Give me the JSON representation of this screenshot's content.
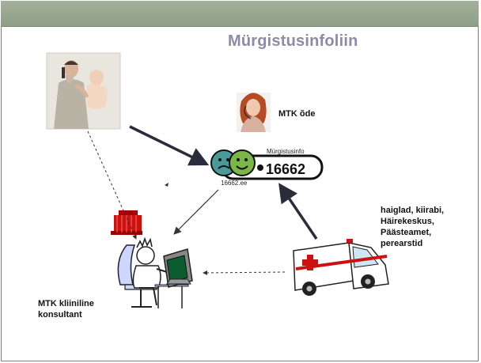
{
  "slide": {
    "title": "Mürgistusinfoliin"
  },
  "labels": {
    "nurse": "MTK õde",
    "hospitals": [
      "haiglad, kiirabi,",
      "Häirekeskus,",
      "Päästeamet,",
      "perearstid"
    ],
    "consultant": [
      "MTK kliiniline",
      "konsultant"
    ]
  },
  "logo": {
    "top_text": "Mürgistusinfo",
    "number": "16662",
    "url": "16662.ee"
  },
  "colors": {
    "header": "#95a38c",
    "title": "#8b8ba8",
    "logo_green": "#7ab648",
    "logo_teal": "#4a9a9a"
  }
}
